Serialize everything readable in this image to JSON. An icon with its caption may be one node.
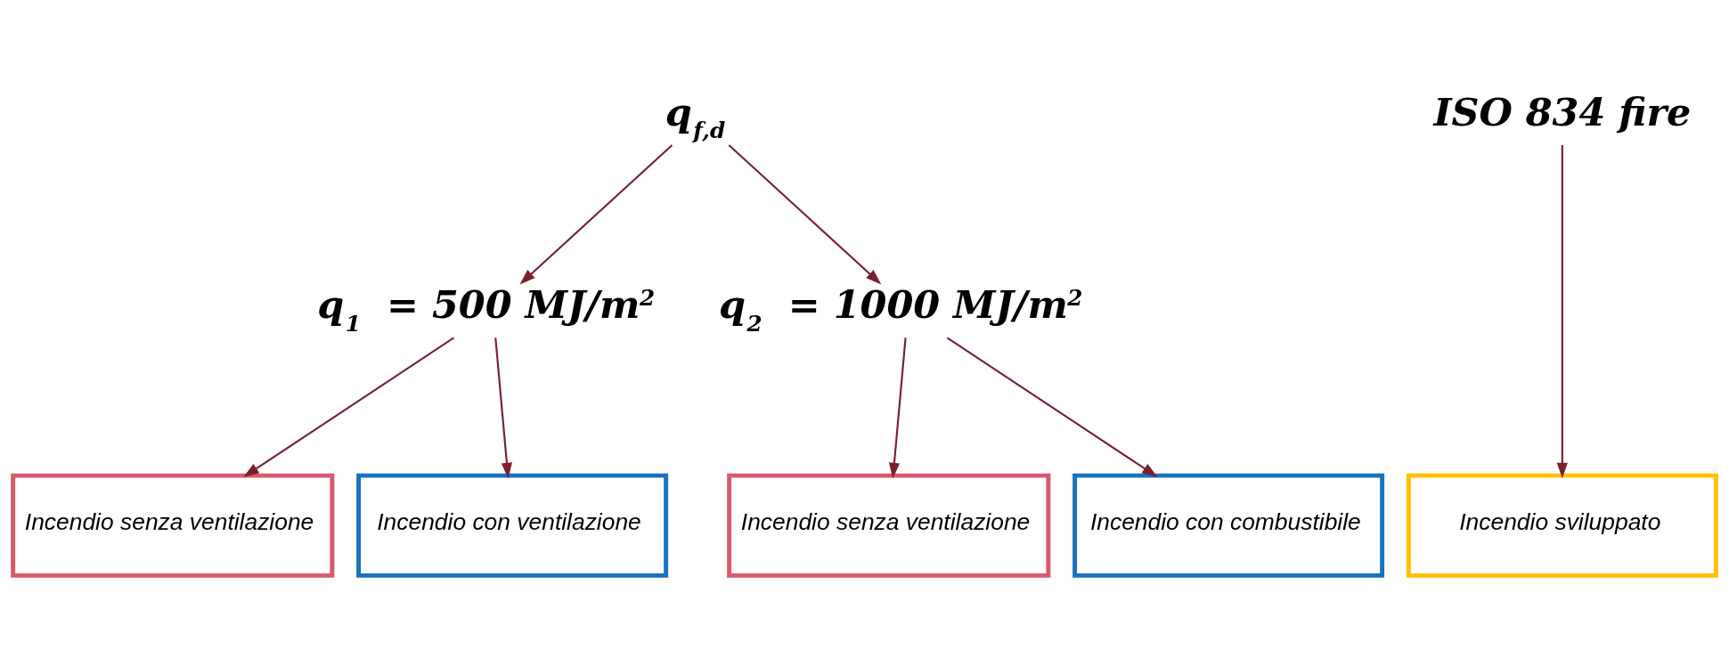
{
  "diagram": {
    "nodes": [
      {
        "text": [
          "q$_{f,d}$"
        ]
      },
      {
        "text": [
          "q$_{1}$ = 500 MJ/m$^{2}$"
        ]
      },
      {
        "text": [
          "q$_{2}$ = 1000 MJ/m$^{2}$"
        ]
      },
      {
        "text": [
          "ISO 834 fire"
        ]
      },
      {
        "text": [
          "Incendio senza ventilazione"
        ]
      },
      {
        "text": [
          "Incendio con ventilazione"
        ]
      },
      {
        "text": [
          "Incendio senza ventilazione"
        ]
      },
      {
        "text": [
          "Incendio con combustibile"
        ]
      },
      {
        "text": [
          "Incendio sviluppato"
        ]
      }
    ],
    "edges": [
      {
        "from": 0,
        "to": 1,
        "arrow": "to"
      },
      {
        "from": 0,
        "to": 2,
        "arrow": "to"
      },
      {
        "from": 1,
        "to": 4,
        "arrow": "to"
      },
      {
        "from": 1,
        "to": 5,
        "arrow": "to"
      },
      {
        "from": 2,
        "to": 6,
        "arrow": "to"
      },
      {
        "from": 2,
        "to": 7,
        "arrow": "to"
      },
      {
        "from": 3,
        "to": 8,
        "arrow": "to"
      }
    ]
  }
}
